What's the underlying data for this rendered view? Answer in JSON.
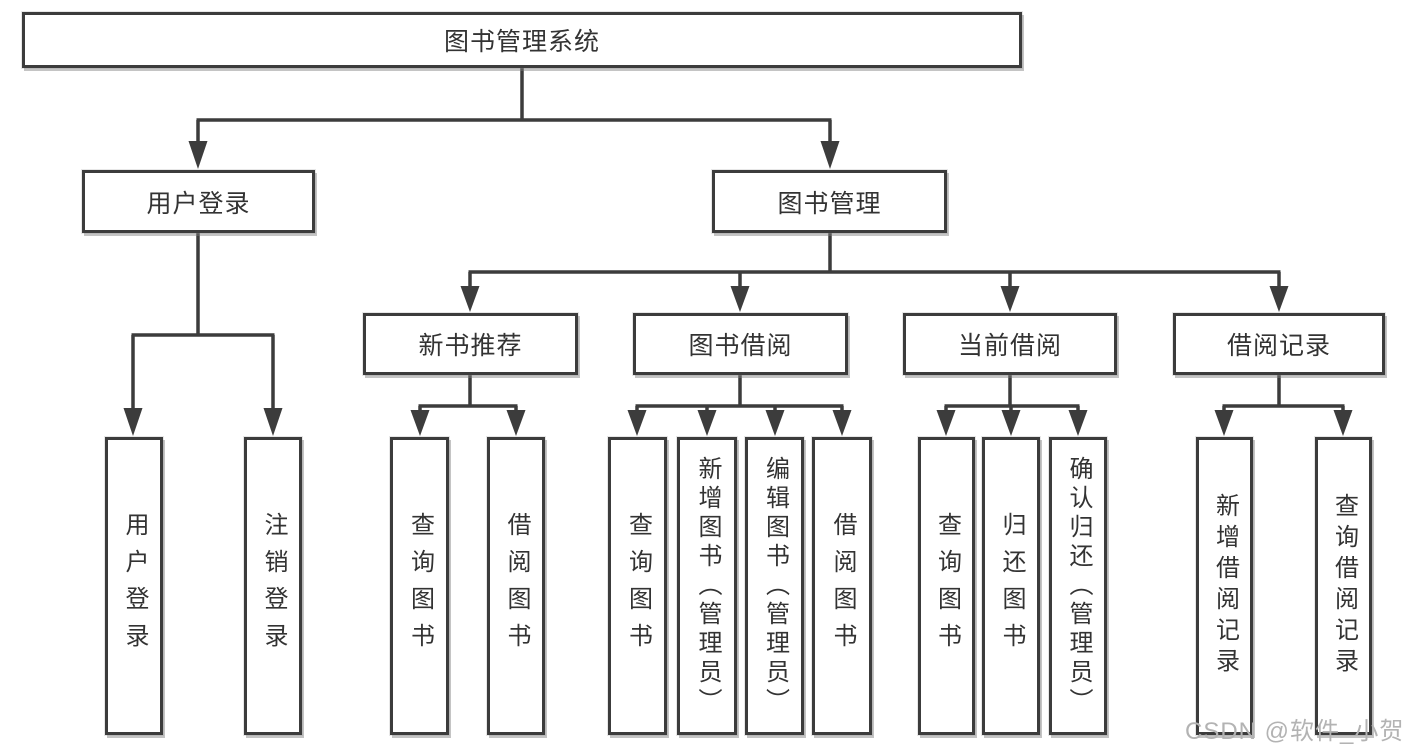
{
  "diagram": {
    "root": "图书管理系统",
    "user_login": {
      "label": "用户登录",
      "children": [
        "用户登录",
        "注销登录"
      ]
    },
    "book_management": {
      "label": "图书管理",
      "sections": [
        {
          "label": "新书推荐",
          "children": [
            "查询图书",
            "借阅图书"
          ]
        },
        {
          "label": "图书借阅",
          "children": [
            "查询图书",
            "新增图书（管理员）",
            "编辑图书（管理员）",
            "借阅图书"
          ]
        },
        {
          "label": "当前借阅",
          "children": [
            "查询图书",
            "归还图书",
            "确认归还（管理员）"
          ]
        },
        {
          "label": "借阅记录",
          "children": [
            "新增借阅记录",
            "查询借阅记录"
          ]
        }
      ]
    }
  },
  "watermark": "CSDN @软件_小贺同学"
}
